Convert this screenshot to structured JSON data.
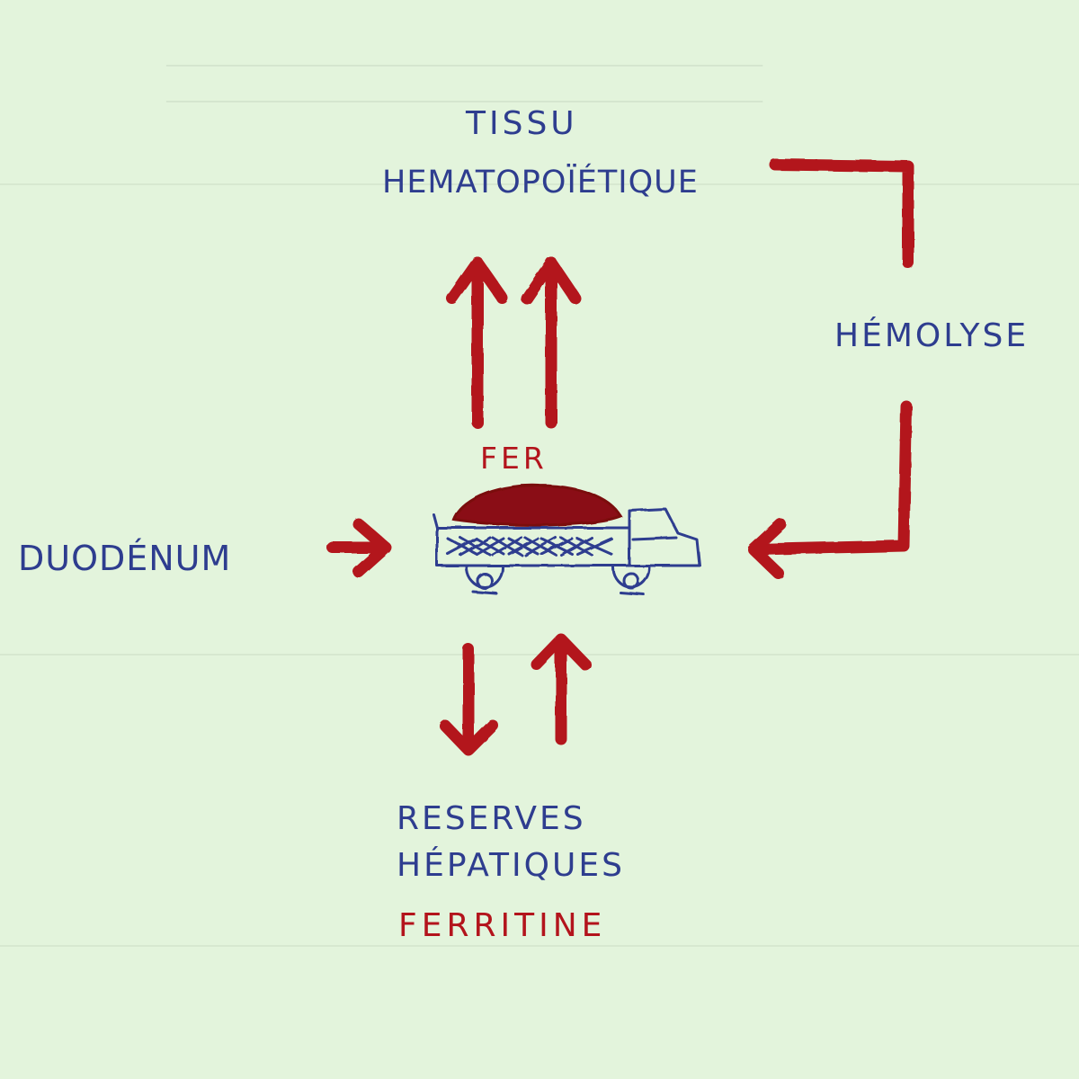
{
  "nodes": {
    "tissu": "TISSU",
    "hematopoietique": "HEMATOPOÏÉTIQUE",
    "hemolyse": "HÉMOLYSE",
    "fer": "FER",
    "duodenum": "DUODÉNUM",
    "reserves": "RESERVES",
    "hepatiques": "HÉPATIQUES",
    "ferritine": "FERRITINE"
  },
  "colors": {
    "background": "#e3f4dc",
    "ink_blue": "#2e3d8f",
    "ink_red": "#b3141c",
    "cargo": "#8a0d12"
  },
  "edges": [
    {
      "from": "fer",
      "to": "hematopoietique"
    },
    {
      "from": "hematopoietique",
      "to": "fer",
      "via": "hemolyse"
    },
    {
      "from": "duodenum",
      "to": "fer"
    },
    {
      "from": "fer",
      "to": "reserves"
    },
    {
      "from": "reserves",
      "to": "fer"
    }
  ]
}
